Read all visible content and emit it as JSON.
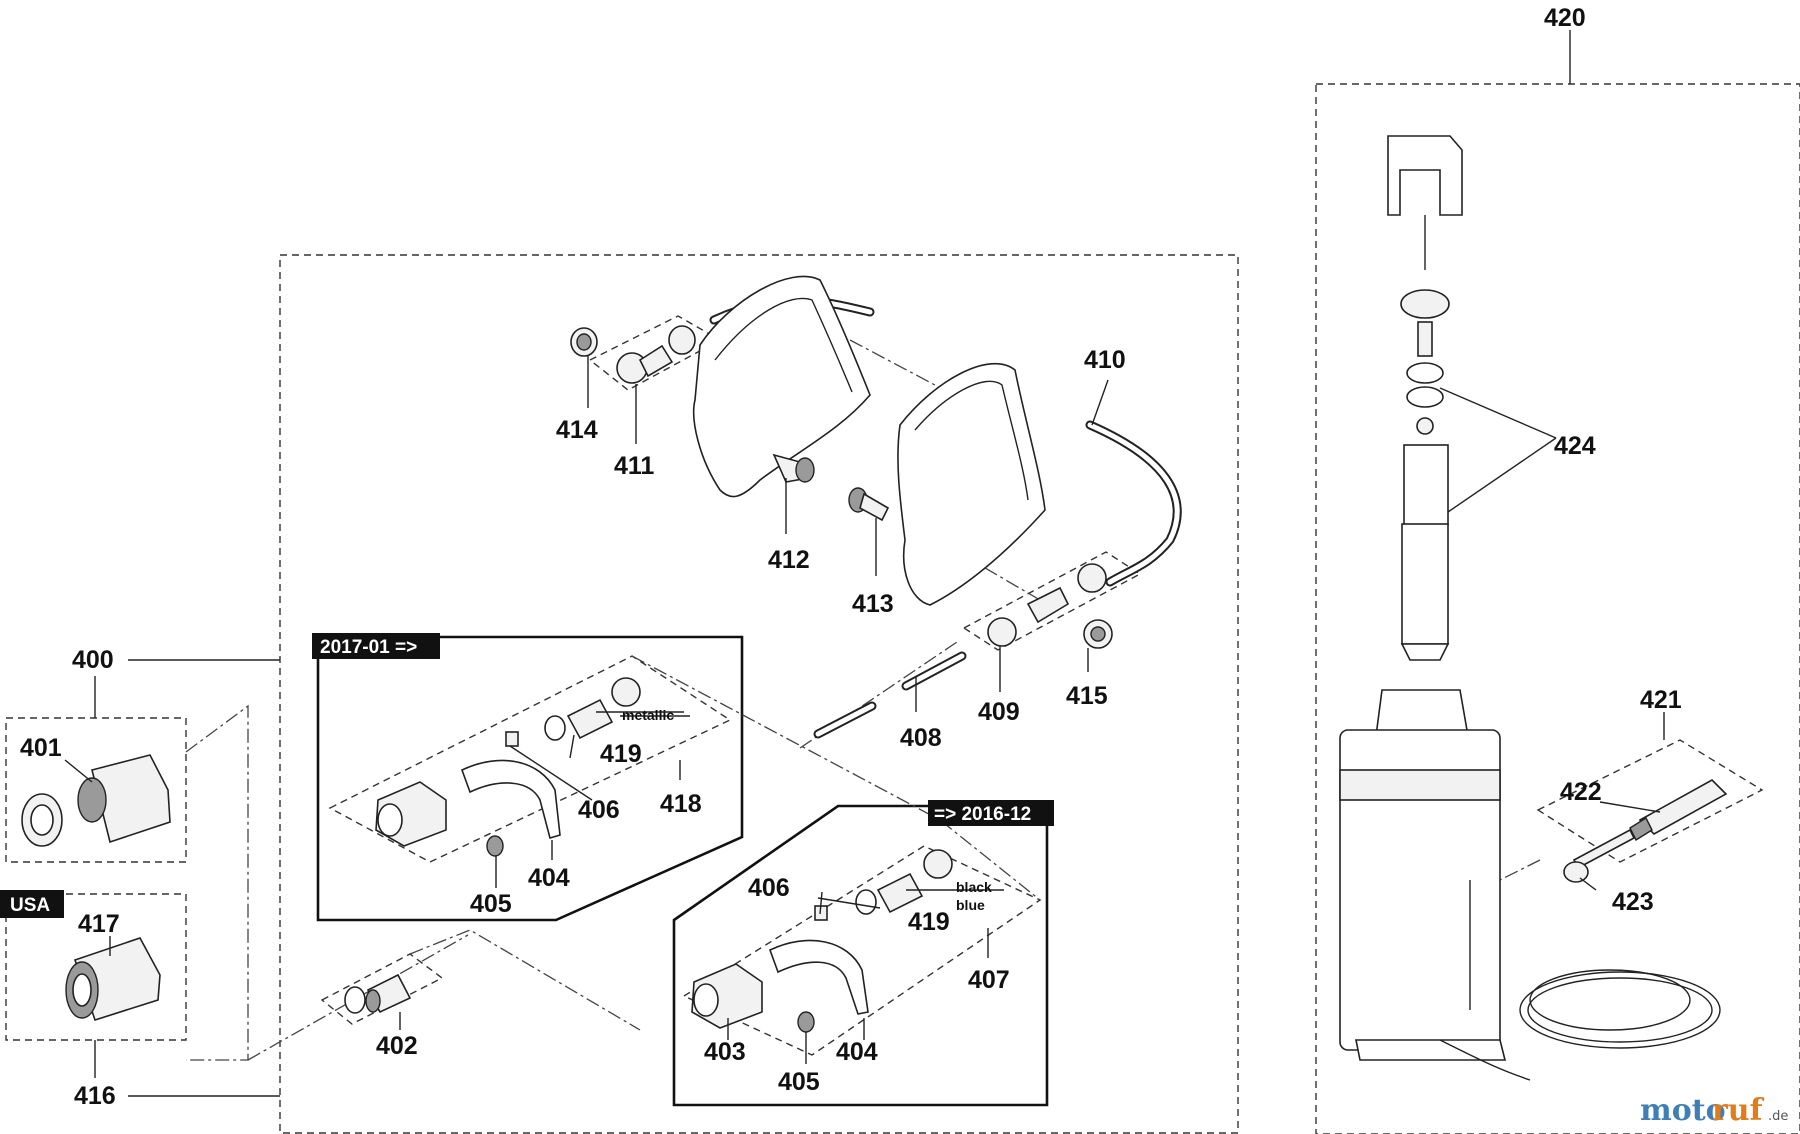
{
  "labels": {
    "p400": "400",
    "p401": "401",
    "p402": "402",
    "p403": "403",
    "p404a": "404",
    "p404b": "404",
    "p405a": "405",
    "p405b": "405",
    "p406a": "406",
    "p406b": "406",
    "p407": "407",
    "p408": "408",
    "p409": "409",
    "p410": "410",
    "p411": "411",
    "p412": "412",
    "p413": "413",
    "p414": "414",
    "p415": "415",
    "p416": "416",
    "p417": "417",
    "p418": "418",
    "p419a": "419",
    "p419b": "419",
    "p420": "420",
    "p421": "421",
    "p422": "422",
    "p423": "423",
    "p424": "424"
  },
  "notes": {
    "metallic": "metallic",
    "black": "black",
    "blue": "blue"
  },
  "tags": {
    "new_version": "2017-01 =>",
    "old_version": "=> 2016-12",
    "region": "USA"
  },
  "watermark": {
    "brand_a": "moto",
    "brand_b": "ruf",
    "suffix": ".de"
  }
}
